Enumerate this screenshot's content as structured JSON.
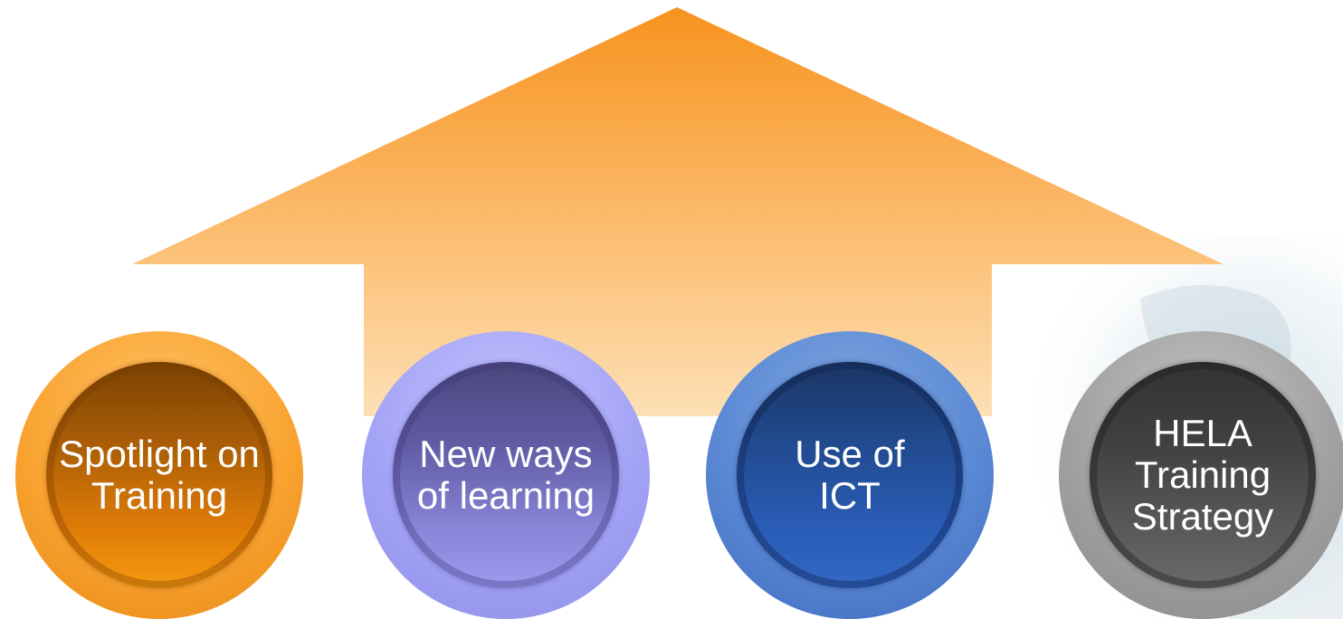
{
  "diagram": {
    "nodes": [
      {
        "id": "spotlight",
        "label": "Spotlight on\nTraining",
        "color": "#f5960f"
      },
      {
        "id": "new-ways",
        "label": "New ways\nof learning",
        "color": "#9d9bf1"
      },
      {
        "id": "ict",
        "label": "Use of\nICT",
        "color": "#2a5db8"
      },
      {
        "id": "hela",
        "label": "HELA\nTraining\nStrategy",
        "color": "#555555"
      }
    ],
    "arrow": {
      "direction": "up",
      "color_top": "#f7931e",
      "color_bottom": "#fde0b5"
    }
  }
}
